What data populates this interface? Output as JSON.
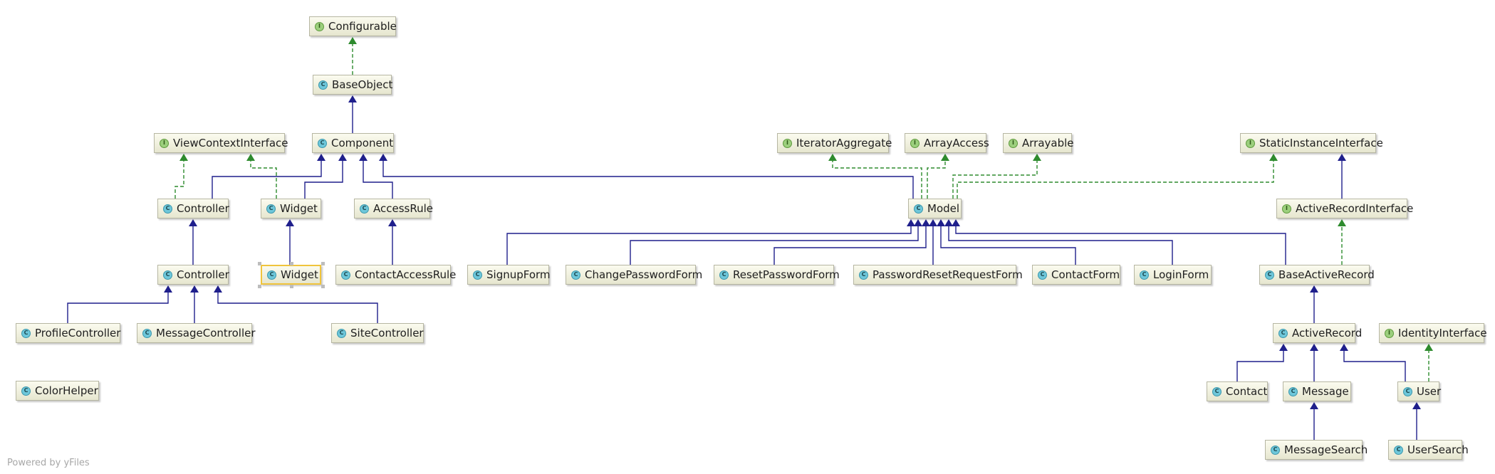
{
  "footer": "Powered by yFiles",
  "colors": {
    "inheritance": "#1f1f8c",
    "implementation": "#2e8b2e"
  },
  "nodes": [
    {
      "id": "configurable",
      "label": "Configurable",
      "kind": "interface"
    },
    {
      "id": "baseobject",
      "label": "BaseObject",
      "kind": "class"
    },
    {
      "id": "viewcontextinterface",
      "label": "ViewContextInterface",
      "kind": "interface"
    },
    {
      "id": "component",
      "label": "Component",
      "kind": "class"
    },
    {
      "id": "iteratoraggregate",
      "label": "IteratorAggregate",
      "kind": "interface"
    },
    {
      "id": "arrayaccess",
      "label": "ArrayAccess",
      "kind": "interface"
    },
    {
      "id": "arrayable",
      "label": "Arrayable",
      "kind": "interface"
    },
    {
      "id": "staticinstanceinterface",
      "label": "StaticInstanceInterface",
      "kind": "interface"
    },
    {
      "id": "controller-base",
      "label": "Controller",
      "kind": "class"
    },
    {
      "id": "widget-base",
      "label": "Widget",
      "kind": "class"
    },
    {
      "id": "accessrule",
      "label": "AccessRule",
      "kind": "class"
    },
    {
      "id": "model",
      "label": "Model",
      "kind": "class"
    },
    {
      "id": "activerecordinterface",
      "label": "ActiveRecordInterface",
      "kind": "interface"
    },
    {
      "id": "controller-app",
      "label": "Controller",
      "kind": "class"
    },
    {
      "id": "widget-app",
      "label": "Widget",
      "kind": "class",
      "selected": true
    },
    {
      "id": "contactaccessrule",
      "label": "ContactAccessRule",
      "kind": "class"
    },
    {
      "id": "signupform",
      "label": "SignupForm",
      "kind": "class"
    },
    {
      "id": "changepasswordform",
      "label": "ChangePasswordForm",
      "kind": "class"
    },
    {
      "id": "resetpasswordform",
      "label": "ResetPasswordForm",
      "kind": "class"
    },
    {
      "id": "passwordresetrequestform",
      "label": "PasswordResetRequestForm",
      "kind": "class"
    },
    {
      "id": "contactform",
      "label": "ContactForm",
      "kind": "class"
    },
    {
      "id": "loginform",
      "label": "LoginForm",
      "kind": "class"
    },
    {
      "id": "baseactiverecord",
      "label": "BaseActiveRecord",
      "kind": "class"
    },
    {
      "id": "profilecontroller",
      "label": "ProfileController",
      "kind": "class"
    },
    {
      "id": "messagecontroller",
      "label": "MessageController",
      "kind": "class"
    },
    {
      "id": "sitecontroller",
      "label": "SiteController",
      "kind": "class"
    },
    {
      "id": "activerecord",
      "label": "ActiveRecord",
      "kind": "class"
    },
    {
      "id": "identityinterface",
      "label": "IdentityInterface",
      "kind": "interface"
    },
    {
      "id": "colorhelper",
      "label": "ColorHelper",
      "kind": "class"
    },
    {
      "id": "contact",
      "label": "Contact",
      "kind": "class"
    },
    {
      "id": "message",
      "label": "Message",
      "kind": "class"
    },
    {
      "id": "user",
      "label": "User",
      "kind": "class"
    },
    {
      "id": "messagesearch",
      "label": "MessageSearch",
      "kind": "class"
    },
    {
      "id": "usersearch",
      "label": "UserSearch",
      "kind": "class"
    }
  ],
  "edges": [
    {
      "from": "baseobject",
      "to": "configurable",
      "type": "implements"
    },
    {
      "from": "component",
      "to": "baseobject",
      "type": "extends"
    },
    {
      "from": "controller-base",
      "to": "viewcontextinterface",
      "type": "implements"
    },
    {
      "from": "widget-base",
      "to": "viewcontextinterface",
      "type": "implements"
    },
    {
      "from": "controller-base",
      "to": "component",
      "type": "extends"
    },
    {
      "from": "widget-base",
      "to": "component",
      "type": "extends"
    },
    {
      "from": "accessrule",
      "to": "component",
      "type": "extends"
    },
    {
      "from": "model",
      "to": "component",
      "type": "extends"
    },
    {
      "from": "model",
      "to": "iteratoraggregate",
      "type": "implements"
    },
    {
      "from": "model",
      "to": "arrayaccess",
      "type": "implements"
    },
    {
      "from": "model",
      "to": "arrayable",
      "type": "implements"
    },
    {
      "from": "model",
      "to": "staticinstanceinterface",
      "type": "implements"
    },
    {
      "from": "activerecordinterface",
      "to": "staticinstanceinterface",
      "type": "extends"
    },
    {
      "from": "controller-app",
      "to": "controller-base",
      "type": "extends"
    },
    {
      "from": "widget-app",
      "to": "widget-base",
      "type": "extends"
    },
    {
      "from": "contactaccessrule",
      "to": "accessrule",
      "type": "extends"
    },
    {
      "from": "signupform",
      "to": "model",
      "type": "extends"
    },
    {
      "from": "changepasswordform",
      "to": "model",
      "type": "extends"
    },
    {
      "from": "resetpasswordform",
      "to": "model",
      "type": "extends"
    },
    {
      "from": "passwordresetrequestform",
      "to": "model",
      "type": "extends"
    },
    {
      "from": "contactform",
      "to": "model",
      "type": "extends"
    },
    {
      "from": "loginform",
      "to": "model",
      "type": "extends"
    },
    {
      "from": "baseactiverecord",
      "to": "model",
      "type": "extends"
    },
    {
      "from": "baseactiverecord",
      "to": "activerecordinterface",
      "type": "implements"
    },
    {
      "from": "profilecontroller",
      "to": "controller-app",
      "type": "extends"
    },
    {
      "from": "messagecontroller",
      "to": "controller-app",
      "type": "extends"
    },
    {
      "from": "sitecontroller",
      "to": "controller-app",
      "type": "extends"
    },
    {
      "from": "activerecord",
      "to": "baseactiverecord",
      "type": "extends"
    },
    {
      "from": "contact",
      "to": "activerecord",
      "type": "extends"
    },
    {
      "from": "message",
      "to": "activerecord",
      "type": "extends"
    },
    {
      "from": "user",
      "to": "activerecord",
      "type": "extends"
    },
    {
      "from": "user",
      "to": "identityinterface",
      "type": "implements"
    },
    {
      "from": "messagesearch",
      "to": "message",
      "type": "extends"
    },
    {
      "from": "usersearch",
      "to": "user",
      "type": "extends"
    }
  ]
}
